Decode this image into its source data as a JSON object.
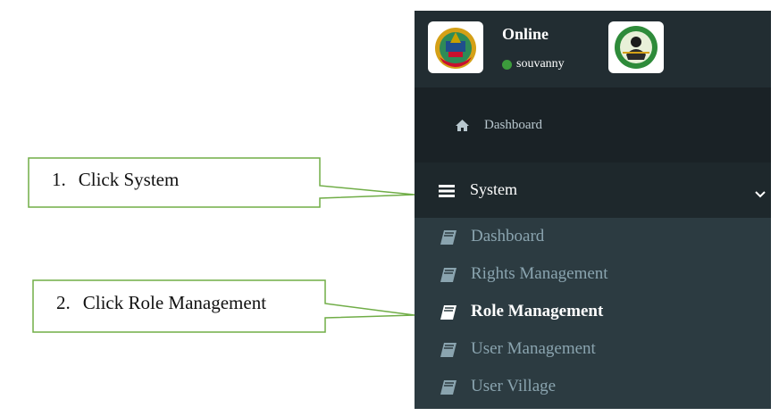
{
  "user_panel": {
    "status_label": "Online",
    "username": "souvanny",
    "left_logo_icon": "national-emblem-icon",
    "right_logo_icon": "ministry-seal-icon"
  },
  "top_nav": {
    "dashboard_label": "Dashboard",
    "icon": "home-icon"
  },
  "system_menu": {
    "label": "System",
    "icon": "bars-icon",
    "toggle_icon": "chevron-down-icon",
    "items": [
      {
        "label": "Dashboard",
        "icon": "book-icon",
        "active": false
      },
      {
        "label": "Rights Management",
        "icon": "book-icon",
        "active": false
      },
      {
        "label": "Role Management",
        "icon": "book-icon",
        "active": true
      },
      {
        "label": "User Management",
        "icon": "book-icon",
        "active": false
      },
      {
        "label": "User Village",
        "icon": "book-icon",
        "active": false
      }
    ]
  },
  "callouts": [
    {
      "number": "1.",
      "text": "Click System"
    },
    {
      "number": "2.",
      "text": "Click Role Management"
    }
  ],
  "colors": {
    "sidebar_bg": "#222d32",
    "submenu_bg": "#2c3b41",
    "active_text": "#ffffff",
    "inactive_text": "#8aa4af",
    "status_online": "#3c9c3c",
    "callout_border": "#70ad47"
  }
}
